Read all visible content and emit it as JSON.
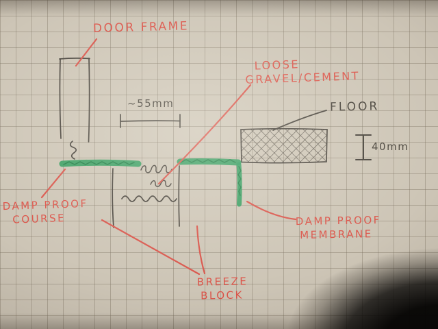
{
  "labels": {
    "door_frame": "DOOR FRAME",
    "gap_width": "~55mm",
    "loose_line1": "LOOSE",
    "loose_line2": "GRAVEL/CEMENT",
    "floor": "FLOOR",
    "floor_depth": "40mm",
    "dpc_line1": "DAMP PROOF",
    "dpc_line2": "COURSE",
    "dpm_line1": "DAMP PROOF",
    "dpm_line2": "MEMBRANE",
    "breeze_line1": "BREEZE",
    "breeze_line2": "BLOCK"
  },
  "colors": {
    "annotation_red": "#db5348",
    "ink_dark": "#47423a",
    "dpc_green": "#2e9a5b",
    "paper": "#cdc5b6"
  }
}
